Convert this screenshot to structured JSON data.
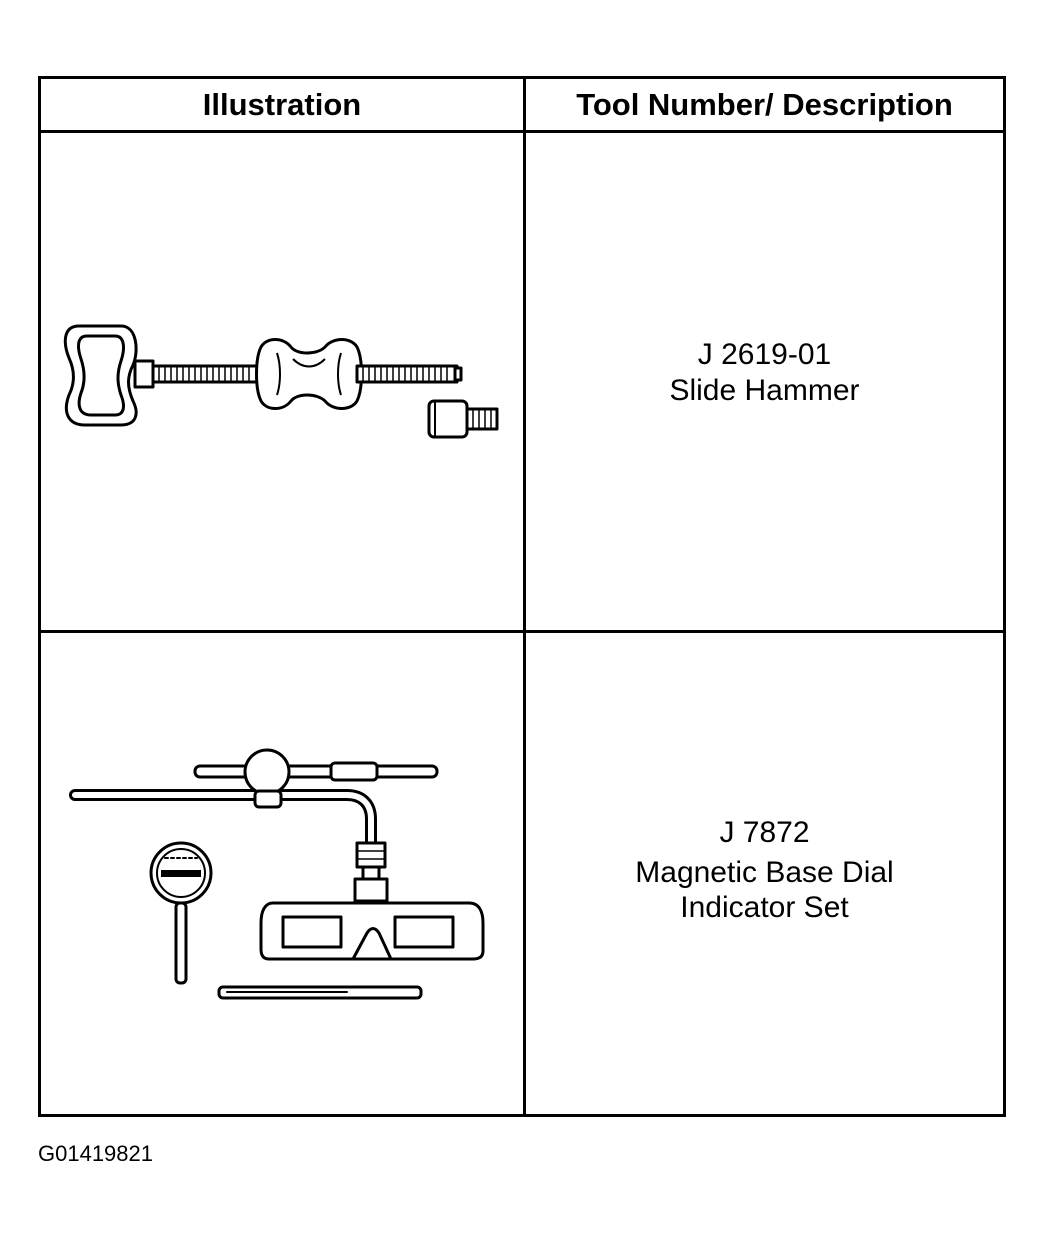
{
  "table": {
    "headers": {
      "illustration": "Illustration",
      "description": "Tool Number/ Description"
    },
    "rows": [
      {
        "illustration_icon": "slide-hammer-icon",
        "tool_number": "J 2619-01",
        "description": "Slide Hammer"
      },
      {
        "illustration_icon": "dial-indicator-set-icon",
        "tool_number": "J 7872",
        "description": "Magnetic Base Dial Indicator Set"
      }
    ]
  },
  "figure_id": "G01419821"
}
